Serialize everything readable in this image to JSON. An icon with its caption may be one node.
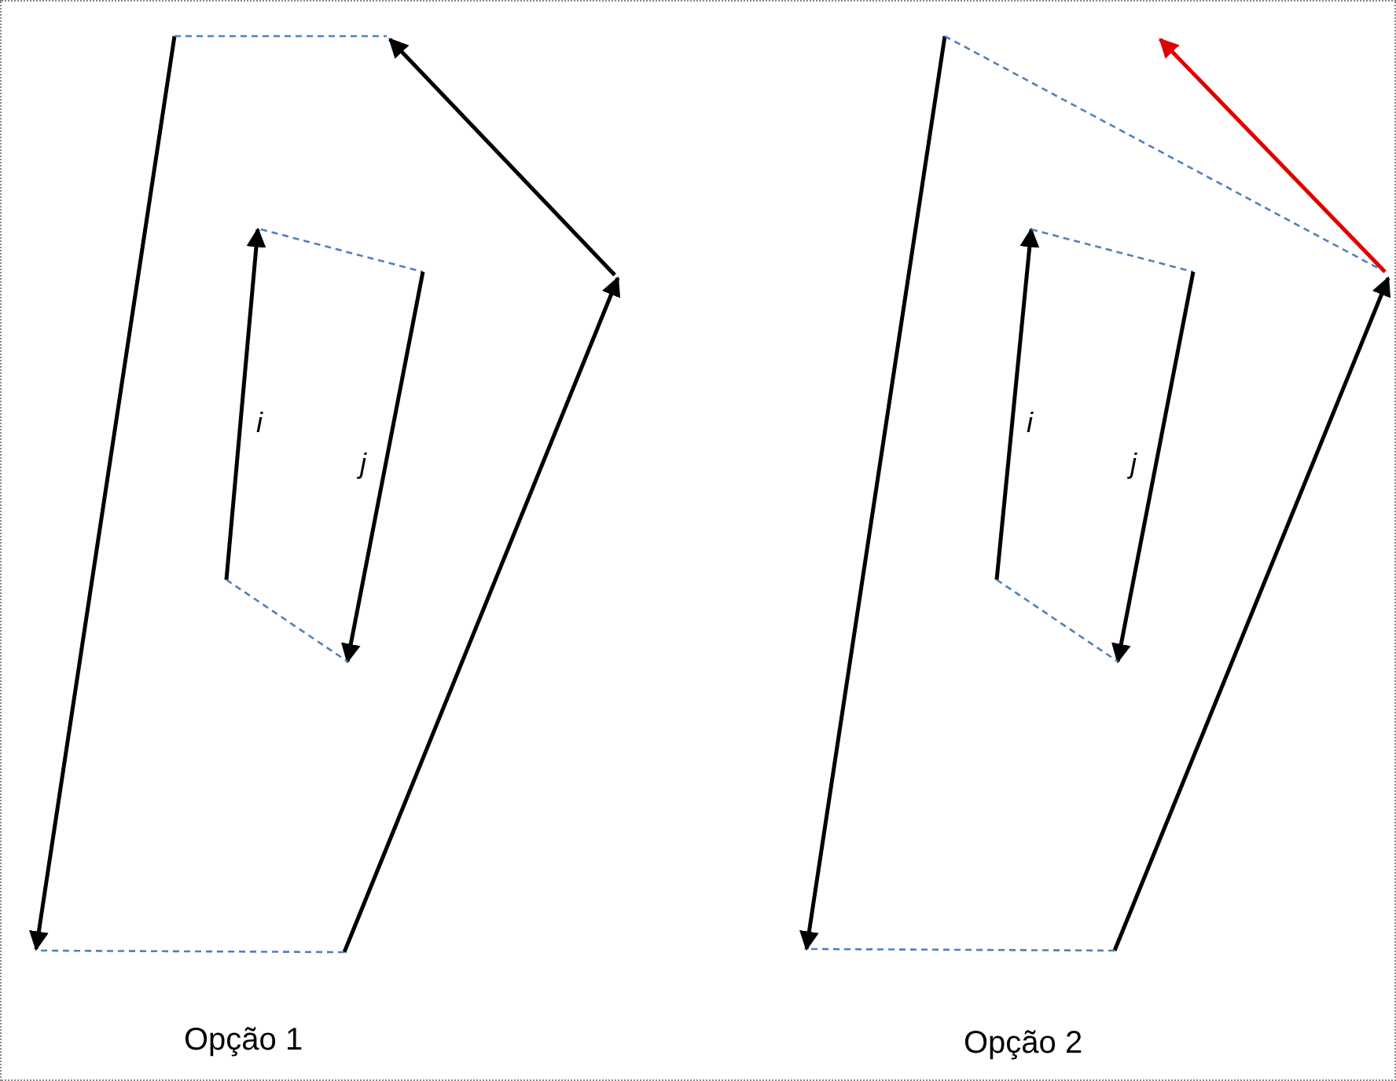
{
  "diagram": {
    "labels": [
      "i",
      "j",
      "Opção 1",
      "i",
      "j",
      "Opção 2"
    ]
  }
}
